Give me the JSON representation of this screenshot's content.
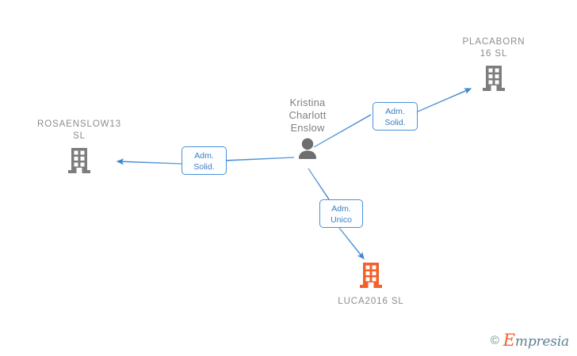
{
  "graph": {
    "background_color": "#ffffff",
    "edge_color": "#4a90d9",
    "company_icon_color": "#7d7d7d",
    "company_icon_highlight_color": "#f4602a",
    "person_icon_color": "#6e6e6e",
    "label_text_color": "#8c8c8c",
    "nodes": [
      {
        "id": "person-kristina",
        "type": "person",
        "label": "Kristina\nCharlott\nEnslow",
        "icon": "person-icon",
        "icon_color": "#6e6e6e"
      },
      {
        "id": "company-placaborn",
        "type": "company",
        "label": "PLACABORN\n16  SL",
        "icon": "building-icon",
        "icon_color": "#7d7d7d"
      },
      {
        "id": "company-rosaenslow13",
        "type": "company",
        "label": "ROSAENSLOW13\nSL",
        "icon": "building-icon",
        "icon_color": "#7d7d7d"
      },
      {
        "id": "company-luca2016",
        "type": "company",
        "label": "LUCA2016  SL",
        "icon": "building-icon",
        "icon_color": "#f4602a"
      }
    ],
    "edges": [
      {
        "id": "edge-placaborn",
        "from": "person-kristina",
        "to": "company-placaborn",
        "label": "Adm.\nSolid.",
        "direction": "to-company"
      },
      {
        "id": "edge-rosaenslow13",
        "from": "person-kristina",
        "to": "company-rosaenslow13",
        "label": "Adm.\nSolid.",
        "direction": "to-company"
      },
      {
        "id": "edge-luca2016",
        "from": "person-kristina",
        "to": "company-luca2016",
        "label": "Adm.\nUnico",
        "direction": "to-company"
      }
    ]
  },
  "watermark": {
    "copyright": "©",
    "brand_initial": "E",
    "brand_rest": "mpresia"
  }
}
